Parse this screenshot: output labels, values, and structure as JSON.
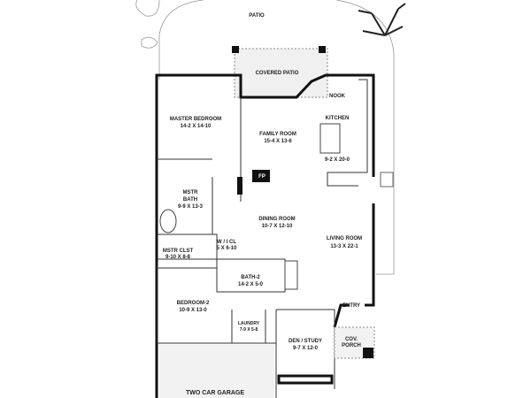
{
  "rooms": {
    "patio": {
      "name": "PATIO"
    },
    "covered_patio": {
      "name": "COVERED PATIO"
    },
    "nook": {
      "name": "NOOK"
    },
    "kitchen": {
      "name": "KITCHEN",
      "size": "9-2 X 20-0"
    },
    "master_bedroom": {
      "name": "MASTER BEDROOM",
      "size": "14-2  X  14-10"
    },
    "family_room": {
      "name": "FAMILY ROOM",
      "size": "15-4  X  13-6"
    },
    "fireplace": {
      "name": "FP"
    },
    "master_bath": {
      "name1": "MSTR",
      "name2": "BATH",
      "size": "9-9 X 13-3"
    },
    "dining_room": {
      "name": "DINING ROOM",
      "size": "10-7  X  12-10"
    },
    "walk_in_closet": {
      "name": "W / I  CL",
      "size": "5 X 6-10"
    },
    "living_room": {
      "name": "LIVING ROOM",
      "size": "13-3  X  22-1"
    },
    "master_closet": {
      "name": "MSTR  CLST",
      "size": "9-10  X  8-8"
    },
    "bath_2": {
      "name": "BATH-2",
      "size": "14-2 X 5-0"
    },
    "bedroom_2": {
      "name": "BEDROOM-2",
      "size": "10-9  X  13-0"
    },
    "entry": {
      "name": "ENTRY"
    },
    "laundry": {
      "name": "LAUNDRY",
      "size": "7-9 X 5-8"
    },
    "den_study": {
      "name": "DEN / STUDY",
      "size": "9-7  X  12-0"
    },
    "covered_porch": {
      "name1": "COV.",
      "name2": "PORCH"
    },
    "garage": {
      "name": "TWO CAR GARAGE"
    }
  }
}
